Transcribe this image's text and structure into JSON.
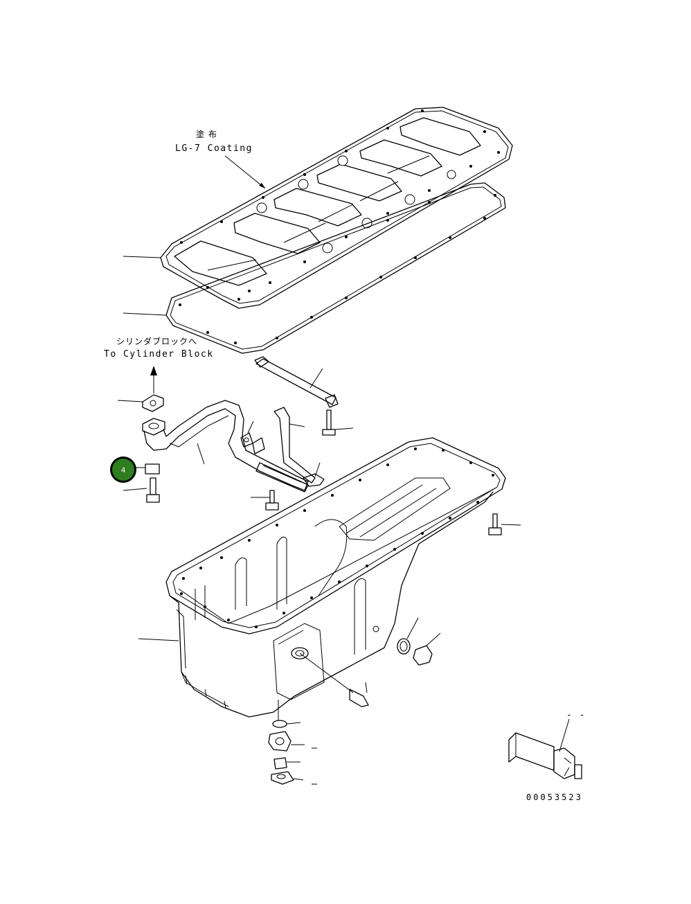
{
  "annotations": {
    "coating_jp": "塗 布",
    "coating_en": "LG-7 Coating",
    "cylinder_jp": "シリンダブロックへ",
    "cylinder_en": "To Cylinder Block",
    "drawing_number": "00053523",
    "detail_mark": "- -"
  },
  "callout": {
    "number": "4",
    "color": "#2e7d1f"
  }
}
